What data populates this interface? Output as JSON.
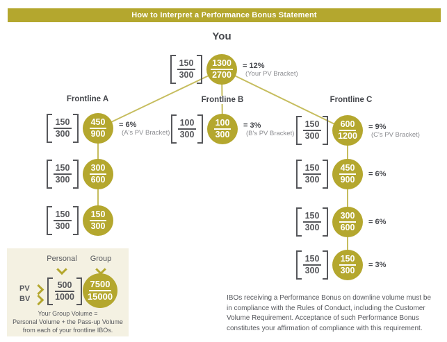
{
  "title_bar": {
    "label": "How to Interpret a Performance Bonus Statement"
  },
  "root": {
    "label": "You",
    "bracket": {
      "num": "150",
      "den": "300"
    },
    "circle": {
      "num": "1300",
      "den": "2700"
    },
    "pct": "= 12%",
    "pct_sub": "(Your PV Bracket)"
  },
  "frontlines": [
    {
      "name": "Frontline A",
      "nodes": [
        {
          "bracket": {
            "num": "150",
            "den": "300"
          },
          "circle": {
            "num": "450",
            "den": "900"
          },
          "pct": "= 6%",
          "pct_sub": "(A's PV Bracket)"
        },
        {
          "bracket": {
            "num": "150",
            "den": "300"
          },
          "circle": {
            "num": "300",
            "den": "600"
          }
        },
        {
          "bracket": {
            "num": "150",
            "den": "300"
          },
          "circle": {
            "num": "150",
            "den": "300"
          }
        }
      ]
    },
    {
      "name": "Frontline B",
      "nodes": [
        {
          "bracket": {
            "num": "100",
            "den": "300"
          },
          "circle": {
            "num": "100",
            "den": "300"
          },
          "pct": "= 3%",
          "pct_sub": "(B's PV Bracket)"
        }
      ]
    },
    {
      "name": "Frontline C",
      "nodes": [
        {
          "bracket": {
            "num": "150",
            "den": "300"
          },
          "circle": {
            "num": "600",
            "den": "1200"
          },
          "pct": "= 9%",
          "pct_sub": "(C's PV Bracket)"
        },
        {
          "bracket": {
            "num": "150",
            "den": "300"
          },
          "circle": {
            "num": "450",
            "den": "900"
          },
          "pct": "= 6%"
        },
        {
          "bracket": {
            "num": "150",
            "den": "300"
          },
          "circle": {
            "num": "300",
            "den": "600"
          },
          "pct": "= 6%"
        },
        {
          "bracket": {
            "num": "150",
            "den": "300"
          },
          "circle": {
            "num": "150",
            "den": "300"
          },
          "pct": "= 3%"
        }
      ]
    }
  ],
  "legend": {
    "columns": {
      "personal": "Personal",
      "group": "Group"
    },
    "rows": {
      "pv": "PV",
      "bv": "BV"
    },
    "bracket": {
      "num": "500",
      "den": "1000"
    },
    "circle": {
      "num": "7500",
      "den": "15000"
    },
    "caption": [
      "Your Group Volume =",
      "Personal Volume + the Pass-up Volume",
      "from each of your frontline IBOs."
    ]
  },
  "footnote": "IBOs receiving a Performance Bonus on downline volume must be in compliance with the Rules of Conduct, including the Customer Volume Requirement. Acceptance of such Performance Bonus constitutes your affirmation of compliance with this requirement.",
  "colors": {
    "accent_olive": "#b4a72e",
    "connector": "#c6bd5e",
    "legend_bg": "#f4f1e2",
    "text_dark": "#45474c",
    "text_gray": "#8b8c90"
  }
}
